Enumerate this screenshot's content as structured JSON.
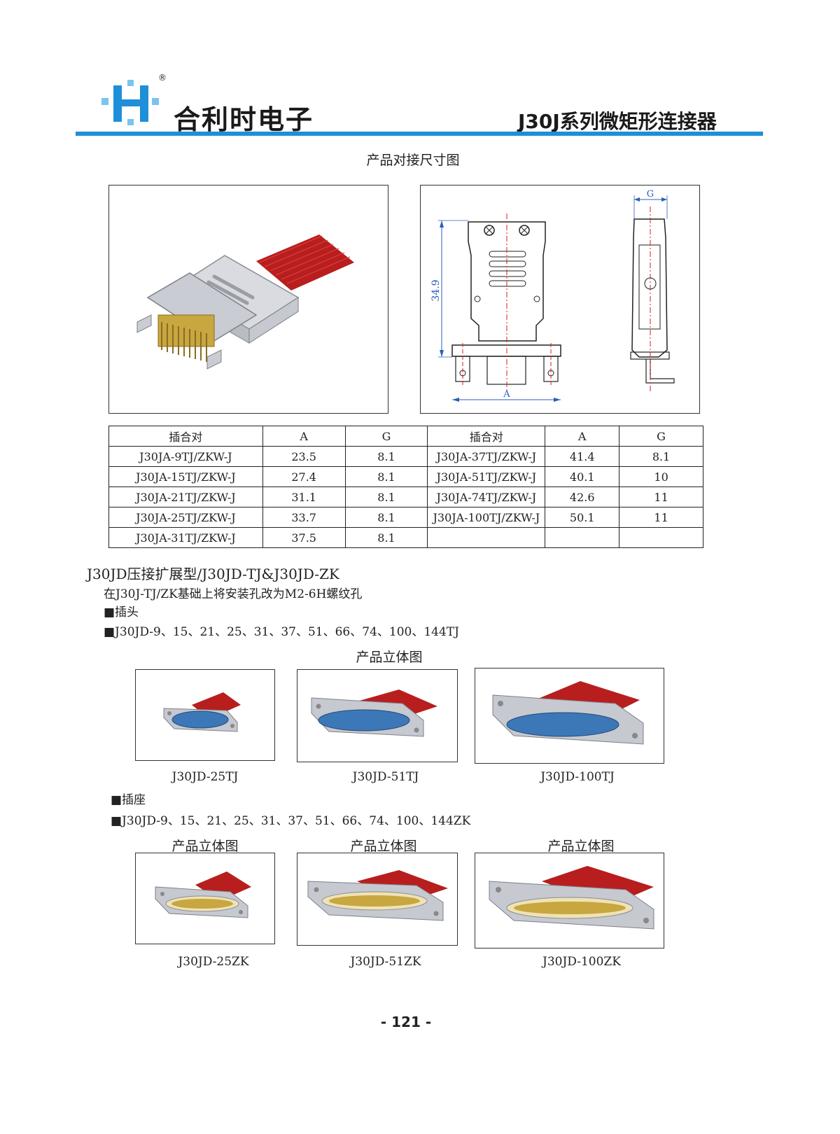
{
  "header": {
    "brand_name": "合利时电子",
    "series_title": "J30J系列微矩形连接器",
    "registered_mark": "®",
    "colors": {
      "rule": "#1e8fd8",
      "logo_blue": "#1e8fd8",
      "logo_light": "#7cc3ee"
    }
  },
  "section_mating": {
    "title": "产品对接尺寸图",
    "drawing": {
      "dim_height": "34.9",
      "dim_a": "A",
      "dim_g": "G"
    }
  },
  "table": {
    "headers": [
      "插合对",
      "A",
      "G",
      "插合对",
      "A",
      "G"
    ],
    "rows": [
      [
        "J30JA-9TJ/ZKW-J",
        "23.5",
        "8.1",
        "J30JA-37TJ/ZKW-J",
        "41.4",
        "8.1"
      ],
      [
        "J30JA-15TJ/ZKW-J",
        "27.4",
        "8.1",
        "J30JA-51TJ/ZKW-J",
        "40.1",
        "10"
      ],
      [
        "J30JA-21TJ/ZKW-J",
        "31.1",
        "8.1",
        "J30JA-74TJ/ZKW-J",
        "42.6",
        "11"
      ],
      [
        "J30JA-25TJ/ZKW-J",
        "33.7",
        "8.1",
        "J30JA-100TJ/ZKW-J",
        "50.1",
        "11"
      ],
      [
        "J30JA-31TJ/ZKW-J",
        "37.5",
        "8.1",
        "",
        "",
        ""
      ]
    ]
  },
  "jd_section": {
    "title": "J30JD压接扩展型/J30JD-TJ&J30JD-ZK",
    "desc": "在J30J-TJ/ZK基础上将安装孔改为M2-6H螺纹孔",
    "plug_label": "■插头",
    "plug_list": "■J30JD-9、15、21、25、31、37、51、66、74、100、144TJ",
    "plug_fig_title": "产品立体图",
    "plug_captions": [
      "J30JD-25TJ",
      "J30JD-51TJ",
      "J30JD-100TJ"
    ],
    "socket_label": "■插座",
    "socket_list": "■J30JD-9、15、21、25、31、37、51、66、74、100、144ZK",
    "socket_fig_titles": [
      "产品立体图",
      "产品立体图",
      "产品立体图"
    ],
    "socket_captions": [
      "J30JD-25ZK",
      "J30JD-51ZK",
      "J30JD-100ZK"
    ]
  },
  "footer": {
    "page_number": "- 121 -"
  }
}
